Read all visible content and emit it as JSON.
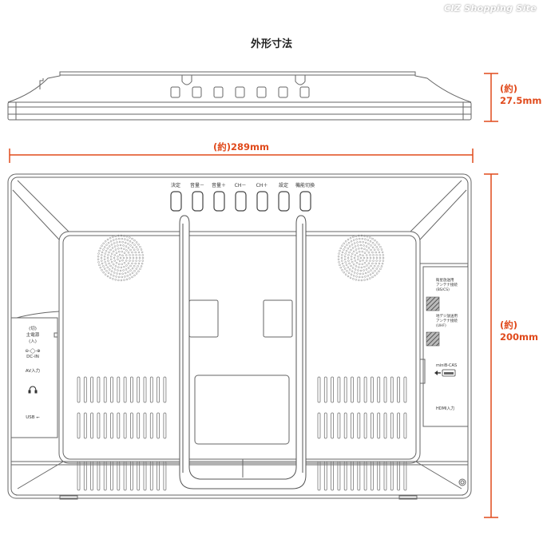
{
  "watermark": "CIZ Shopping Site",
  "title": "外形寸法",
  "dimensions": {
    "depth": {
      "prefix": "(約)",
      "value": "27.5mm"
    },
    "width": {
      "label": "(約)289mm"
    },
    "height": {
      "prefix": "(約)",
      "value": "200mm"
    }
  },
  "buttons": [
    "決定",
    "音量－",
    "音量＋",
    "CH－",
    "CH＋",
    "設定",
    "機能切換"
  ],
  "left_panel": {
    "power_line1": "(切)",
    "power_line2": "主電源",
    "power_line3": "(入)",
    "dc_symbol": "⊖-◯-⊕",
    "dc_label": "DC-IN",
    "av_label": "AV入力",
    "headphone_icon": "headphone-icon",
    "usb_label": "USB ⭠"
  },
  "right_panel": {
    "bs_line1": "衛星放送用",
    "bs_line2": "アンテナ接続",
    "bs_line3": "(BS/CS)",
    "uhf_line1": "地デジ放送用",
    "uhf_line2": "アンテナ接続",
    "uhf_line3": "(UHF)",
    "bcas_label": "miniB-CAS",
    "hdmi_label": "HDMI入力"
  },
  "colors": {
    "accent": "#e04a1c",
    "line": "#555555"
  }
}
